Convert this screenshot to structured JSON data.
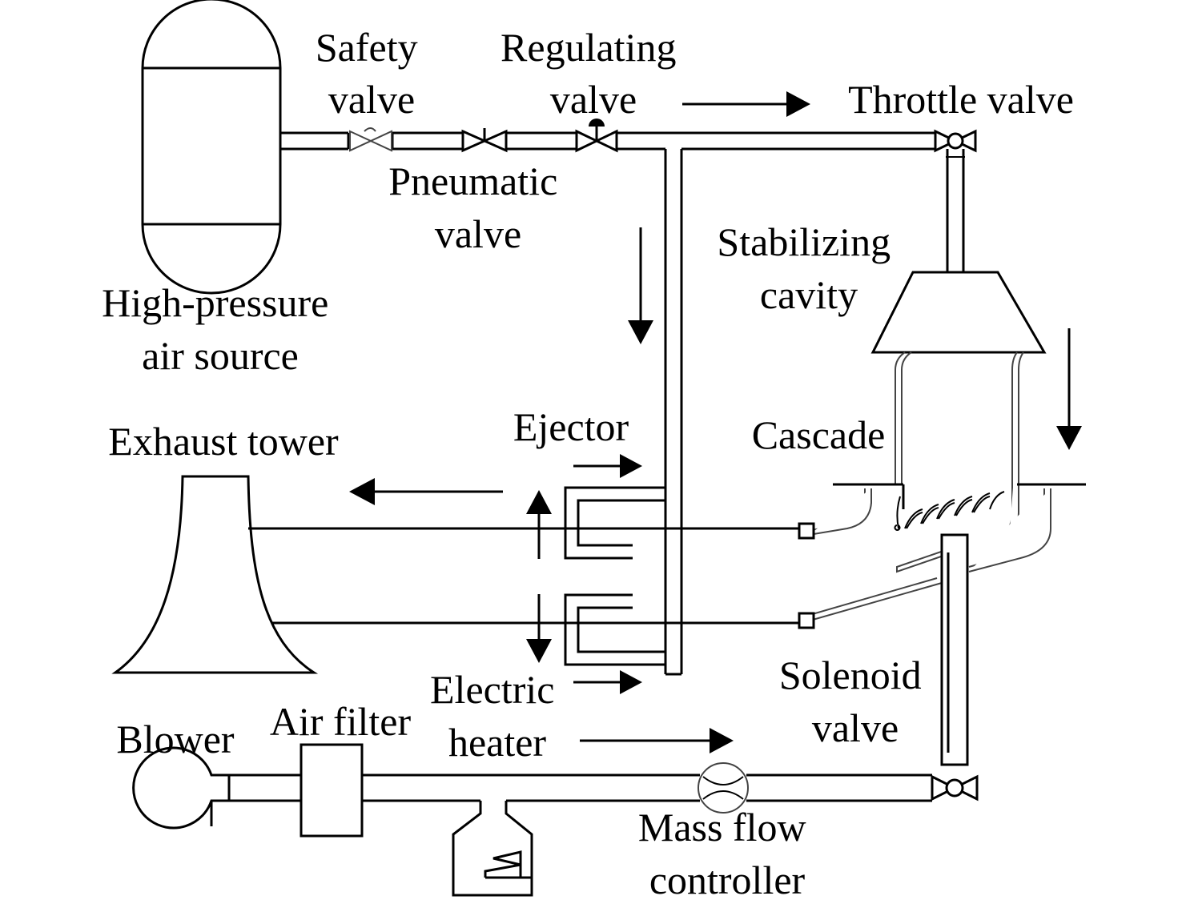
{
  "labels": {
    "safety_valve": [
      "Safety",
      "valve"
    ],
    "regulating_valve": [
      "Regulating",
      "valve"
    ],
    "throttle_valve": "Throttle valve",
    "pneumatic_valve": [
      "Pneumatic",
      "valve"
    ],
    "stabilizing_cavity": [
      "Stabilizing",
      "cavity"
    ],
    "air_source": [
      "High-pressure",
      "air source"
    ],
    "exhaust_tower": "Exhaust tower",
    "ejector": "Ejector",
    "cascade": "Cascade",
    "solenoid_valve": [
      "Solenoid",
      "valve"
    ],
    "electric_heater": [
      "Electric",
      "heater"
    ],
    "blower": "Blower",
    "air_filter": "Air filter",
    "mass_flow_controller": [
      "Mass flow",
      "controller"
    ]
  }
}
